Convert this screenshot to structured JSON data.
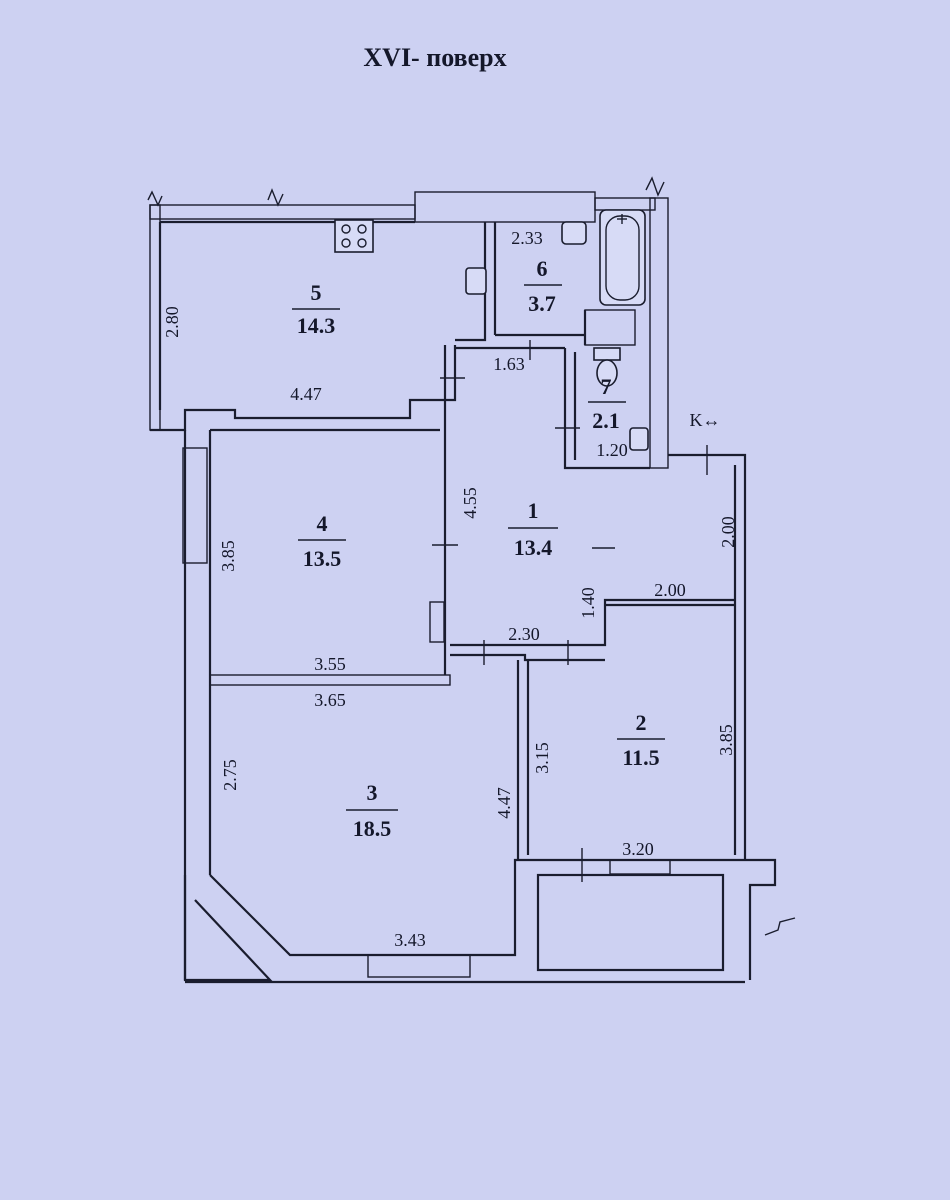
{
  "floor_title": "XVI- поверх",
  "marker": "K↔",
  "rooms": [
    {
      "id": "1",
      "area": "13.4"
    },
    {
      "id": "2",
      "area": "11.5"
    },
    {
      "id": "3",
      "area": "18.5"
    },
    {
      "id": "4",
      "area": "13.5"
    },
    {
      "id": "5",
      "area": "14.3"
    },
    {
      "id": "6",
      "area": "3.7"
    },
    {
      "id": "7",
      "area": "2.1"
    }
  ],
  "dimensions": {
    "r5_height": "2.80",
    "r5_width": "4.47",
    "r6_width": "2.33",
    "hall_top": "1.63",
    "wc_width": "1.20",
    "hall_height": "4.55",
    "r4_height": "3.85",
    "r4_bottom": "3.55",
    "r3_top": "3.65",
    "hall_bottom": "2.30",
    "hall_notch": "1.40",
    "corr_width": "2.00",
    "corr_height": "2.00",
    "r3_left": "2.75",
    "r3_right": "4.47",
    "r3_bottom": "3.43",
    "r2_left": "3.15",
    "r2_right": "3.85",
    "r2_bottom": "3.20"
  }
}
